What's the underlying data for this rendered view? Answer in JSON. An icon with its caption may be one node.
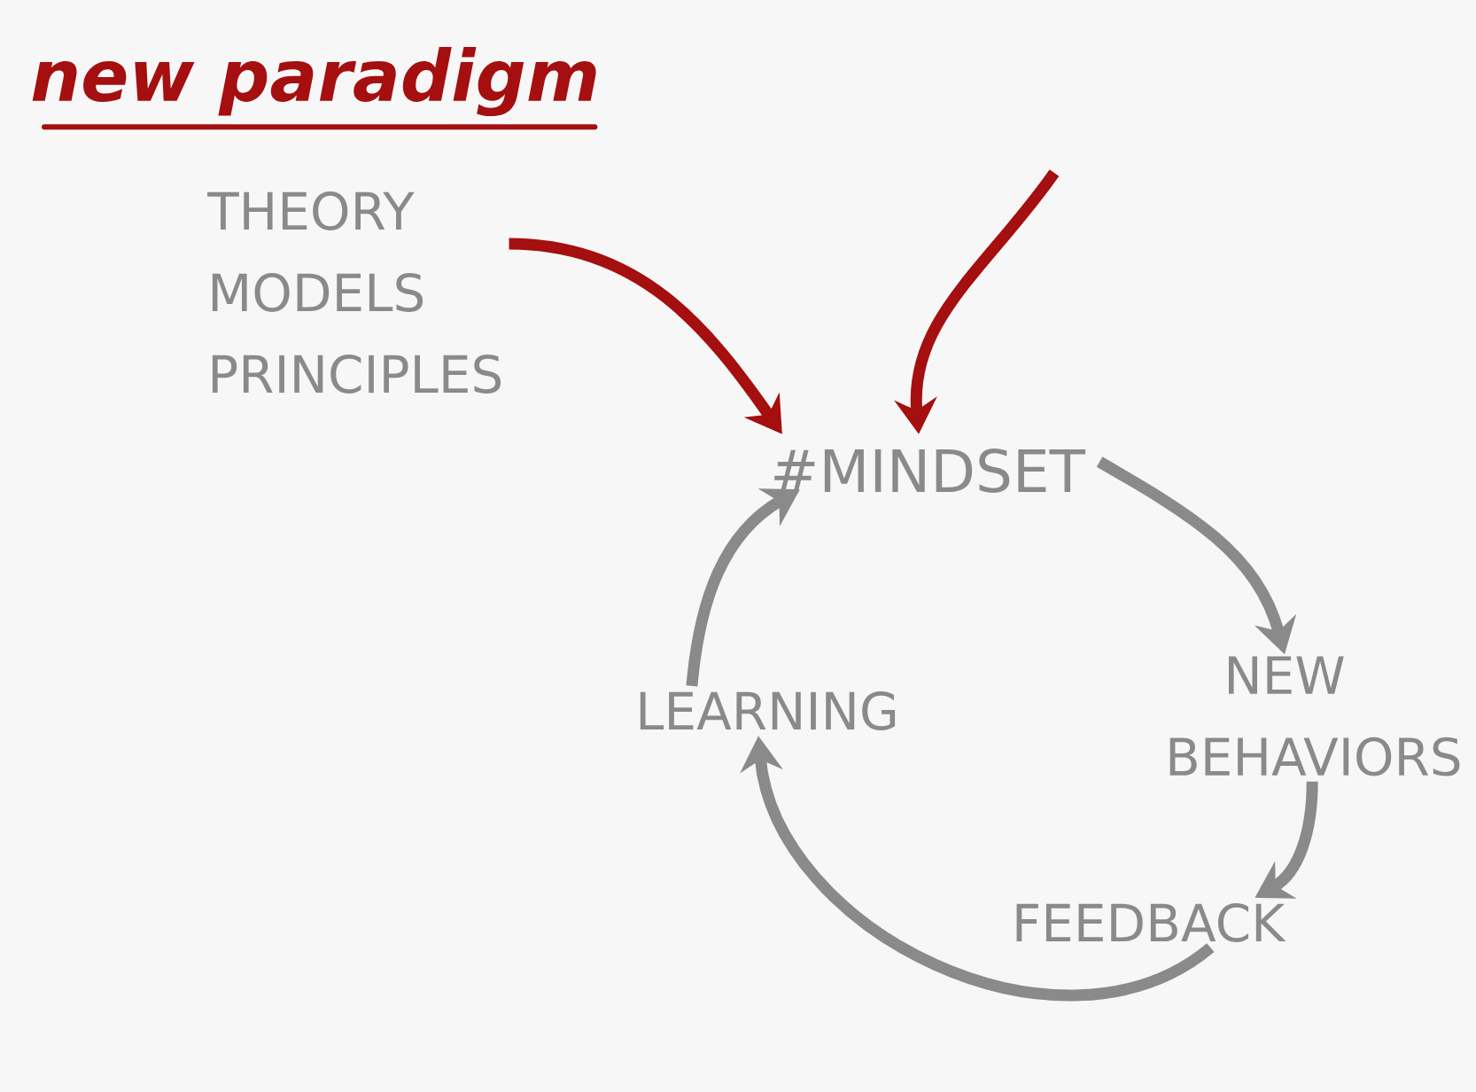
{
  "diagram": {
    "title": "new paradigm",
    "nodes": [
      {
        "text": [
          "THEORY",
          "MODELS",
          "PRINCIPLES"
        ]
      },
      {
        "text": [
          "#MINDSET"
        ]
      },
      {
        "text": [
          "NEW BEHAVIORS"
        ]
      },
      {
        "text": [
          "FEEDBACK"
        ]
      },
      {
        "text": [
          "LEARNING"
        ]
      }
    ],
    "edges": [
      {
        "from": 0,
        "to": 1,
        "arrow": "to",
        "color": "#a50f0f"
      },
      {
        "from": null,
        "to": 1,
        "arrow": "to",
        "color": "#a50f0f"
      },
      {
        "from": 1,
        "to": 2,
        "arrow": "to"
      },
      {
        "from": 2,
        "to": 3,
        "arrow": "to"
      },
      {
        "from": 3,
        "to": 4,
        "arrow": "to"
      },
      {
        "from": 4,
        "to": 1,
        "arrow": "to"
      }
    ]
  }
}
